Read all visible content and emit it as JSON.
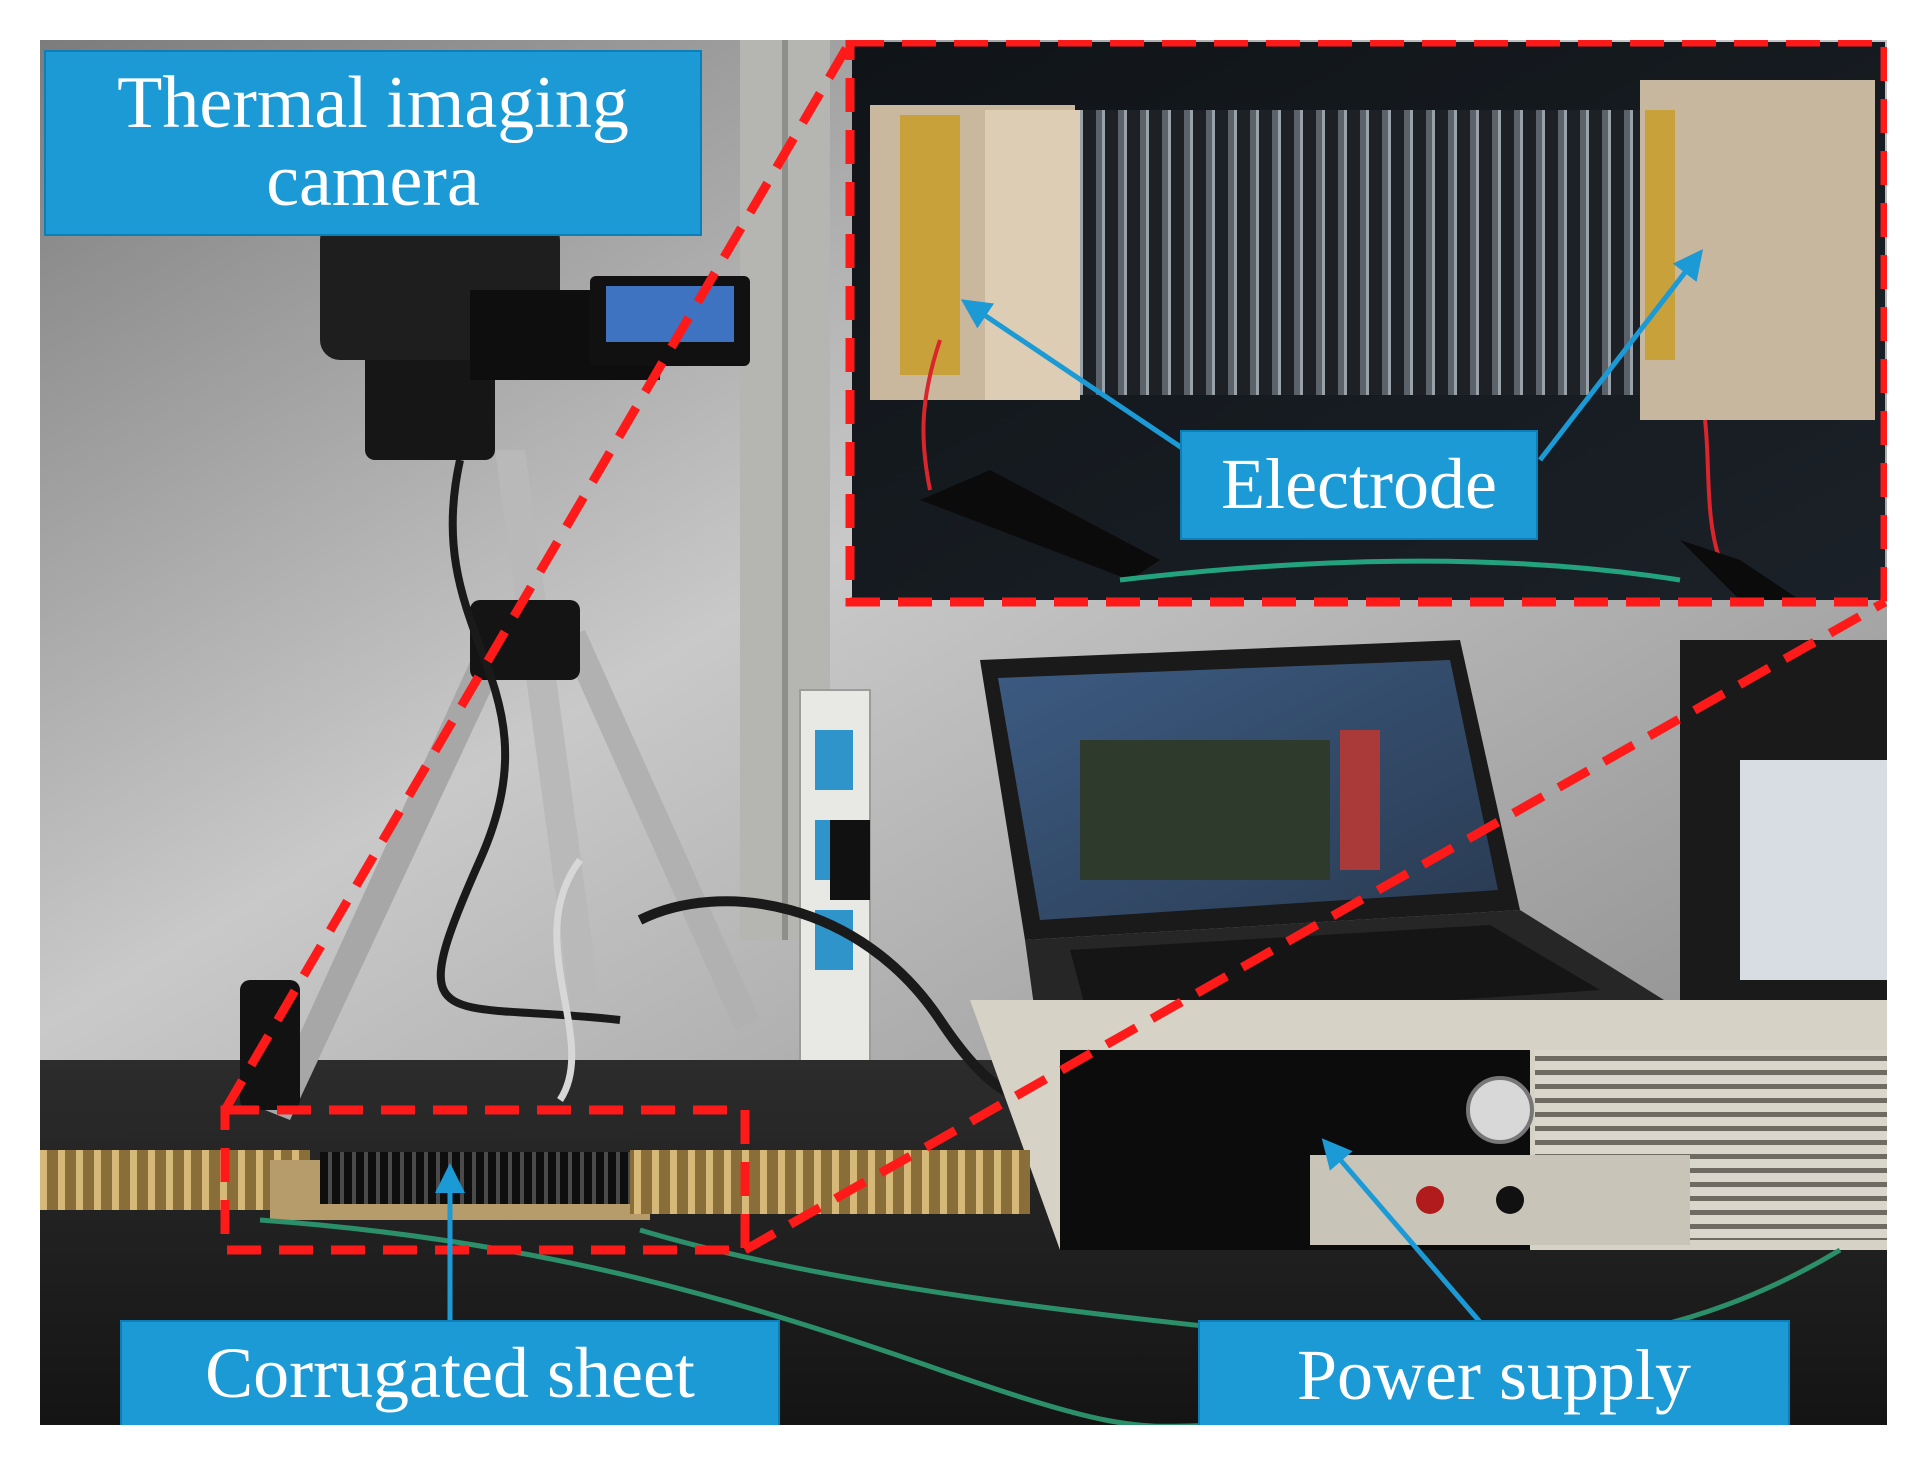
{
  "labels": {
    "camera_line1": "Thermal imaging",
    "camera_line2": "camera",
    "electrode": "Electrode",
    "corrugated_sheet": "Corrugated sheet",
    "power_supply": "Power supply"
  },
  "colors": {
    "label_bg": "#1b9ad6",
    "label_text": "#ffffff",
    "callout_dash": "#ff1a1a",
    "arrow": "#1b9ad6"
  }
}
